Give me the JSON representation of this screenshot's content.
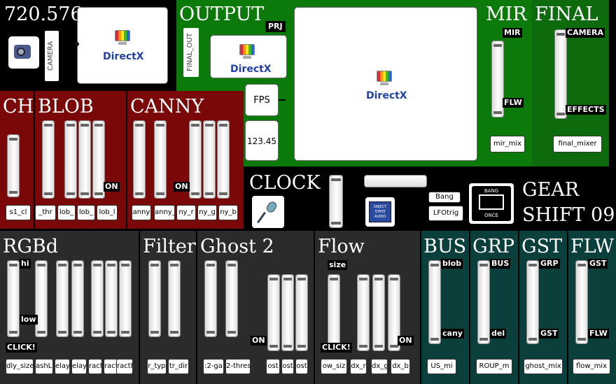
{
  "panels": {
    "res": {
      "title": "720.576",
      "camera_label": "CAMERA",
      "dx_label": "DirectX"
    },
    "output": {
      "title": "OUTPUT",
      "final_out": "FINAL_OUT",
      "prj": "PRJ",
      "dx_label": "DirectX",
      "dx_big_label": "DirectX",
      "fps_label": "FPS",
      "fps_value": "123.45"
    },
    "mir": {
      "title": "MIR",
      "top": "MIR",
      "bottom": "FLW",
      "box": "mir_mix"
    },
    "final": {
      "title": "FINAL",
      "top": "CAMERA",
      "bottom": "EFFECTS",
      "box": "final_mixer"
    },
    "ch": {
      "title": "CH",
      "box": "s1_cl"
    },
    "blob": {
      "title": "BLOB",
      "on": "ON",
      "boxes": [
        "_thr",
        "lob_",
        "lob_",
        "lob_l"
      ]
    },
    "canny": {
      "title": "CANNY",
      "on": "ON",
      "boxes": [
        "anny",
        "anny_",
        "ny_r",
        "ny_g",
        "ny_b"
      ]
    },
    "clock": {
      "title": "CLOCK"
    },
    "gear": {
      "title1": "GEAR",
      "title2": "SHIFT 09",
      "bang": "Bang",
      "lfo": "LFOtrig",
      "bang_once_top": "BANG",
      "bang_once_bottom": "ONCE",
      "logo_lines": [
        "OBJECT",
        "STATE",
        "AUDIO"
      ]
    },
    "rgbd": {
      "title": "RGBd",
      "hi": "hi",
      "low": "low",
      "click": "CLICK!",
      "boxes": [
        "dly_size",
        "ashLi",
        "elay",
        "elay",
        "ract",
        "ract",
        "ractF"
      ]
    },
    "filter": {
      "title": "Filter",
      "boxes": [
        "r_typ",
        "tr_dir"
      ]
    },
    "ghost": {
      "title": "Ghost 2",
      "on": "ON",
      "boxes": [
        ":2-ga",
        "2-thres",
        "ost",
        "ost",
        "ost"
      ]
    },
    "flow": {
      "title": "Flow",
      "size": "size",
      "click": "CLICK!",
      "on": "ON",
      "boxes": [
        "ow_siz",
        "dx_r",
        "dx_g",
        "dx_b"
      ]
    },
    "bus": {
      "title": "BUS",
      "top": "blob",
      "bottom": "cany",
      "box": "US_mi"
    },
    "grp": {
      "title": "GRP",
      "top": "BUS",
      "bottom": "del",
      "box": "ROUP_m"
    },
    "gst": {
      "title": "GST",
      "top": "GRP",
      "bottom": "GST",
      "box": "ghost_mix"
    },
    "flw": {
      "title": "FLW",
      "top": "GST",
      "bottom": "FLW",
      "box": "flow_mix"
    }
  },
  "colors": {
    "dark_red": "#7a0808",
    "green": "#0b7a0b",
    "final_green": "#0d6a0d",
    "gray": "#2b2b2b",
    "teal": "#0b3f3c"
  }
}
